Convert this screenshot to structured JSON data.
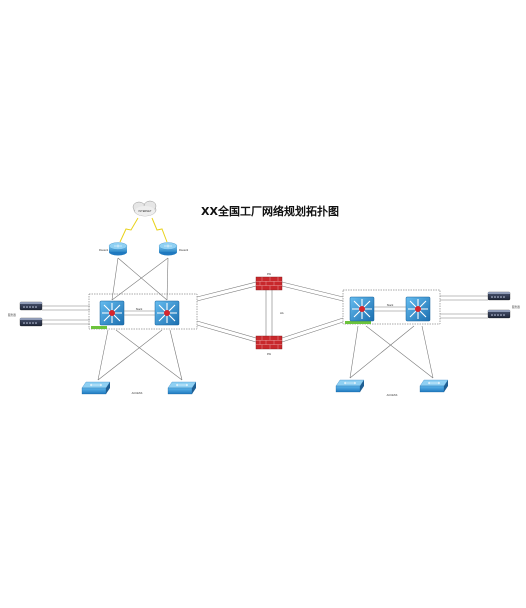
{
  "title": "XX全国工厂网络规划拓扑图",
  "colors": {
    "switch_blue": "#2b8fd0",
    "switch_dark": "#1a5f94",
    "firewall_red": "#c8282c",
    "cluster_green": "#6cc33c",
    "link_gray": "#7a7a7a",
    "wan_yellow": "#e9d21c"
  },
  "nodes": {
    "internet": {
      "label": "INTERNET",
      "icon": "cloud-icon"
    },
    "router_left": {
      "label": "Router1",
      "icon": "router-icon"
    },
    "router_right": {
      "label": "Router2",
      "icon": "router-icon"
    },
    "firewall_top": {
      "label": "FW",
      "icon": "firewall-icon"
    },
    "firewall_bottom": {
      "label": "FW",
      "icon": "firewall-icon"
    },
    "firewall_link": {
      "label": "HA"
    },
    "left_server_label": {
      "label": "服务器"
    },
    "right_server_label": {
      "label": "服务器"
    },
    "left_core_link": {
      "label": "Stack"
    },
    "right_core_link": {
      "label": "Stack"
    },
    "left_access_label": {
      "label": "ACCESS"
    },
    "right_access_label": {
      "label": "ACCESS"
    }
  }
}
